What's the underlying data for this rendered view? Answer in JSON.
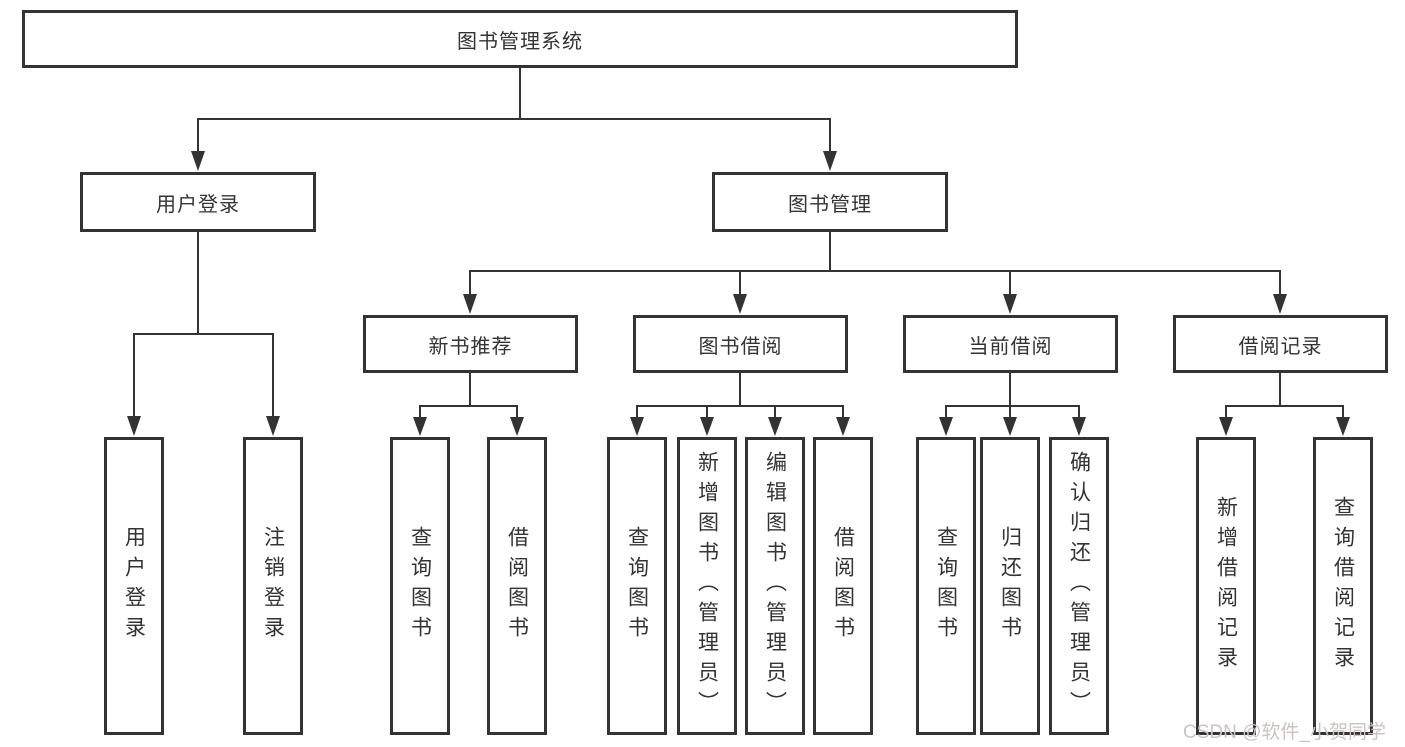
{
  "tree": {
    "root": {
      "label": "图书管理系统"
    },
    "user": {
      "label": "用户登录",
      "children": [
        {
          "label": "用户登录"
        },
        {
          "label": "注销登录"
        }
      ]
    },
    "book": {
      "label": "图书管理",
      "sections": [
        {
          "label": "新书推荐",
          "children": [
            {
              "label": "查询图书"
            },
            {
              "label": "借阅图书"
            }
          ]
        },
        {
          "label": "图书借阅",
          "children": [
            {
              "label": "查询图书"
            },
            {
              "label": "新增图书（管理员）"
            },
            {
              "label": "编辑图书（管理员）"
            },
            {
              "label": "借阅图书"
            }
          ]
        },
        {
          "label": "当前借阅",
          "children": [
            {
              "label": "查询图书"
            },
            {
              "label": "归还图书"
            },
            {
              "label": "确认归还（管理员）"
            }
          ]
        },
        {
          "label": "借阅记录",
          "children": [
            {
              "label": "新增借阅记录"
            },
            {
              "label": "查询借阅记录"
            }
          ]
        }
      ]
    }
  },
  "watermark": {
    "text": "CSDN @软件_小贺同学"
  },
  "colors": {
    "line": "#333333",
    "text": "#333333",
    "background": "#ffffff",
    "watermark": "#ccc2c2"
  }
}
